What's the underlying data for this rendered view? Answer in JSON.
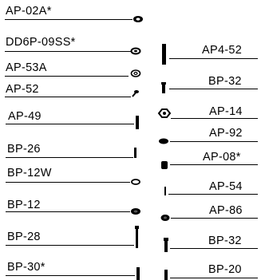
{
  "left_parts": [
    {
      "label": "AP-02A*",
      "icon": "nut-icon"
    },
    {
      "label": "DD6P-09SS*",
      "icon": "o-ring-icon"
    },
    {
      "label": "AP-53A",
      "icon": "washer-icon"
    },
    {
      "label": "AP-52",
      "icon": "small-screw-icon"
    },
    {
      "label": "AP-49",
      "icon": "pin-icon"
    },
    {
      "label": "BP-26",
      "icon": "pin-icon"
    },
    {
      "label": "BP-12W",
      "icon": "o-ring-icon"
    },
    {
      "label": "BP-12",
      "icon": "nut-icon"
    },
    {
      "label": "BP-28",
      "icon": "long-bolt-icon"
    },
    {
      "label": "BP-30*",
      "icon": "short-bolt-icon"
    }
  ],
  "right_parts": [
    {
      "label": "AP4-52",
      "icon": "long-pin-icon"
    },
    {
      "label": "BP-32",
      "icon": "screw-icon"
    },
    {
      "label": "AP-14",
      "icon": "hex-nut-icon"
    },
    {
      "label": "AP-92",
      "icon": "nut-icon"
    },
    {
      "label": "AP-08*",
      "icon": "plug-icon"
    },
    {
      "label": "AP-54",
      "icon": "thin-pin-icon"
    },
    {
      "label": "AP-86",
      "icon": "nut-icon"
    },
    {
      "label": "BP-32",
      "icon": "bolt-icon"
    },
    {
      "label": "BP-20",
      "icon": "short-bolt-icon"
    }
  ]
}
